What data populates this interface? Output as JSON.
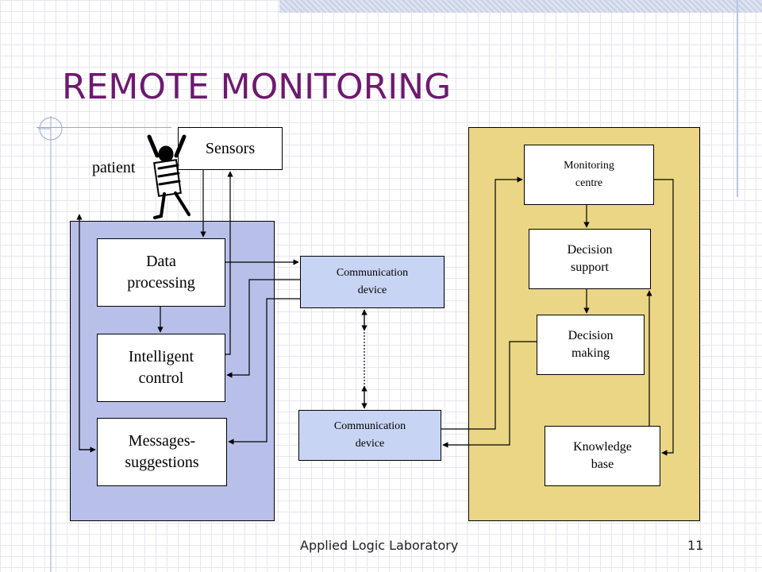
{
  "slide": {
    "title": "REMOTE MONITORING",
    "patient_label": "patient",
    "footer": {
      "center_text": "Applied Logic Laboratory",
      "page_number": "11"
    }
  },
  "diagram": {
    "boxes": {
      "sensors": "Sensors",
      "data_processing": "Data\nprocessing",
      "intelligent_control": "Intelligent\ncontrol",
      "messages_suggestions": "Messages-\nsuggestions",
      "comm_device_top": "Communication\ndevice",
      "comm_device_bottom": "Communication\ndevice",
      "monitoring_centre": "Monitoring\ncentre",
      "decision_support": "Decision\nsupport",
      "decision_making": "Decision\nmaking",
      "knowledge_base": "Knowledge\nbase"
    }
  },
  "icons": {
    "patient_figure": "person-arms-raised-icon"
  },
  "colors": {
    "title": "#6d1a6e",
    "left_panel": "#b8c0ea",
    "right_panel": "#ead685",
    "comm_device": "#c8d4f4"
  }
}
